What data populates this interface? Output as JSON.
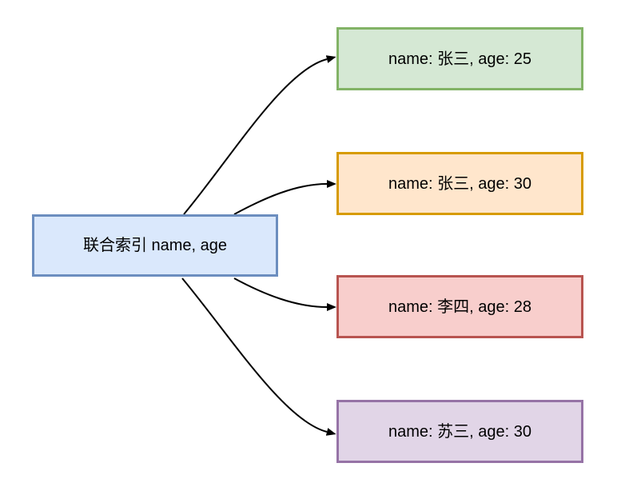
{
  "diagram": {
    "background": "#ffffff",
    "text_color": "#000000",
    "arrow_color": "#000000",
    "root": {
      "label": "联合索引 name, age",
      "fill": "#dae8fc",
      "stroke": "#6c8ebf"
    },
    "records": [
      {
        "label": "name: 张三, age: 25",
        "fill": "#d5e8d4",
        "stroke": "#82b366"
      },
      {
        "label": "name: 张三, age: 30",
        "fill": "#ffe6cc",
        "stroke": "#d79b00"
      },
      {
        "label": "name: 李四, age: 28",
        "fill": "#f8cecc",
        "stroke": "#b85450"
      },
      {
        "label": "name: 苏三, age: 30",
        "fill": "#e1d5e7",
        "stroke": "#9673a6"
      }
    ],
    "edges": [
      {
        "from": "联合索引 name, age",
        "to": "name: 张三, age: 25"
      },
      {
        "from": "联合索引 name, age",
        "to": "name: 张三, age: 30"
      },
      {
        "from": "联合索引 name, age",
        "to": "name: 李四, age: 28"
      },
      {
        "from": "联合索引 name, age",
        "to": "name: 苏三, age: 30"
      }
    ]
  }
}
